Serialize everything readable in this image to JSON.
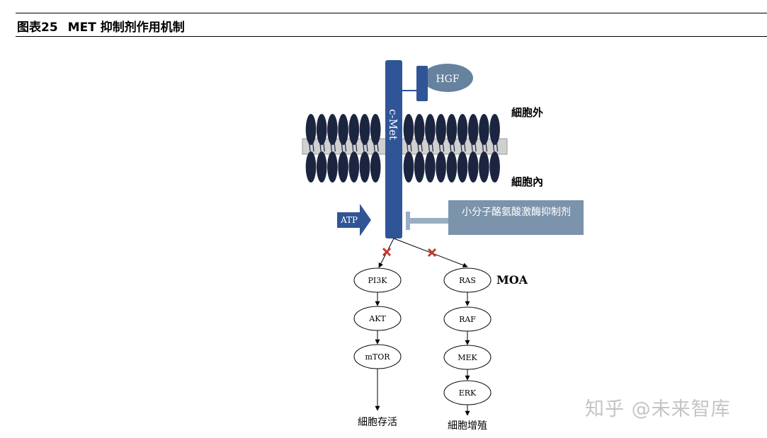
{
  "figure": {
    "number": "图表25",
    "title": "MET 抑制剂作用机制"
  },
  "diagram": {
    "receptor_label": "c-Met",
    "ligand_label": "HGF",
    "extracellular_label": "細胞外",
    "intracellular_label": "細胞內",
    "atp_label": "ATP",
    "inhibitor_label": "小分子酪氨酸激酶抑制剂",
    "moa_label": "MOA",
    "left_pathway": {
      "nodes": [
        "PI3K",
        "AKT",
        "mTOR"
      ],
      "outcome": "細胞存活"
    },
    "right_pathway": {
      "nodes": [
        "RAS",
        "RAF",
        "MEK",
        "ERK"
      ],
      "outcome": "細胞增殖"
    }
  },
  "watermark": "知乎 @未来智库",
  "colors": {
    "receptor": "#2f5597",
    "lipid_head": "#1c2540",
    "membrane_band": "#d0d0d0",
    "hgf": "#67829f",
    "inhibitor_box": "#7b93ab",
    "inhibitor_bar": "#98aec3",
    "block_mark": "#c0392b"
  }
}
